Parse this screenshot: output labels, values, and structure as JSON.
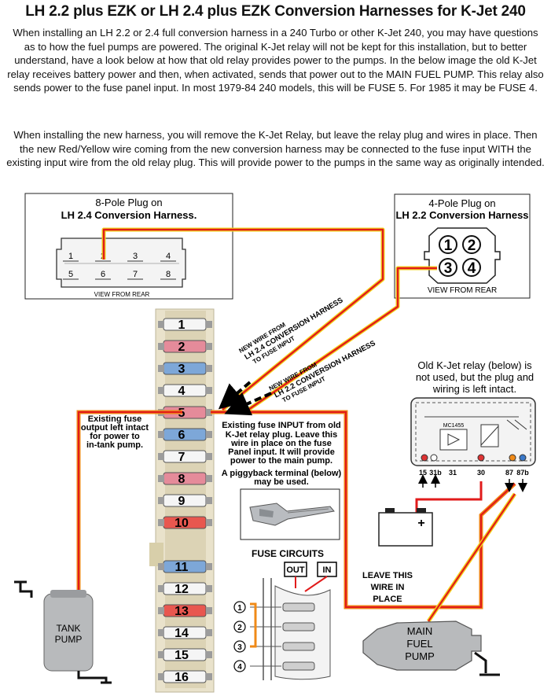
{
  "title": "LH 2.2 plus EZK or LH 2.4 plus EZK Conversion Harnesses for K-Jet 240",
  "paragraph1": "When installing an LH 2.2 or 2.4 full conversion harness in a 240 Turbo or other K-Jet 240, you may have questions as to how the fuel pumps are powered.  The original K-Jet relay will not be kept for this installation, but to better understand, have a look below at how that old relay provides power to the pumps.  In the below image the old K-Jet relay receives battery power and then, when activated, sends that power out to the MAIN FUEL PUMP. This relay also sends power to the fuse panel input.  In most 1979-84 240 models, this will be FUSE 5.  For 1985 it may be FUSE 4.",
  "paragraph2": "When installing the new harness, you will remove the K-Jet Relay, but leave the relay plug and wires in place.  Then the new Red/Yellow wire coming from the new conversion harness may be connected to the fuse input WITH the existing input wire from the old relay plug.  This will provide power to the pumps in the same way as originally intended.",
  "plug8": {
    "line1": "8-Pole Plug on",
    "line2": "LH 2.4 Conversion Harness.",
    "pins": [
      "1",
      "2",
      "3",
      "4",
      "5",
      "6",
      "7",
      "8"
    ],
    "caption": "VIEW FROM REAR"
  },
  "plug4": {
    "line1": "4-Pole Plug on",
    "line2": "LH 2.2 Conversion Harness",
    "pins": [
      "1",
      "2",
      "3",
      "4"
    ],
    "caption": "VIEW FROM REAR"
  },
  "fuses": [
    "1",
    "2",
    "3",
    "4",
    "5",
    "6",
    "7",
    "8",
    "9",
    "10",
    "11",
    "12",
    "13",
    "14",
    "15",
    "16"
  ],
  "wire_label_24": [
    "NEW WIRE FROM",
    "LH 2.4 CONVERSION HARNESS",
    "TO FUSE INPUT"
  ],
  "wire_label_22": [
    "NEW WIRE FROM",
    "LH 2.2 CONVERSION HARNESS",
    "TO FUSE INPUT"
  ],
  "fuse_output_note": [
    "Existing fuse",
    "output left intact",
    "for power to",
    "in-tank pump."
  ],
  "fuse_input_note": [
    "Existing fuse INPUT from old",
    "K-Jet relay plug. Leave this",
    "wire in place on the fuse",
    "Panel input. It will provide",
    "power to the main pump."
  ],
  "piggyback_note": [
    "A piggyback terminal (below)",
    "may be used."
  ],
  "relay_note": [
    "Old K-Jet relay (below) is",
    "not used, but the plug and",
    "wiring is left intact."
  ],
  "relay_chip": "MC1455",
  "relay_terminals": [
    "15",
    "31b",
    "31",
    "30",
    "87",
    "87b"
  ],
  "fuse_circuits": {
    "title": "FUSE CIRCUITS",
    "out": "OUT",
    "in": "IN",
    "numbers": [
      "1",
      "2",
      "3",
      "4"
    ]
  },
  "leave_wire": [
    "LEAVE THIS",
    "WIRE IN",
    "PLACE"
  ],
  "tank_pump": [
    "TANK",
    "PUMP"
  ],
  "main_pump": [
    "MAIN",
    "FUEL",
    "PUMP"
  ],
  "colors": {
    "red": "#e11b1b",
    "yellow": "#f2d21b",
    "orange": "#f08a17",
    "fuse_panel": "#eae4cf",
    "relay_blue": "#3a78c8"
  }
}
